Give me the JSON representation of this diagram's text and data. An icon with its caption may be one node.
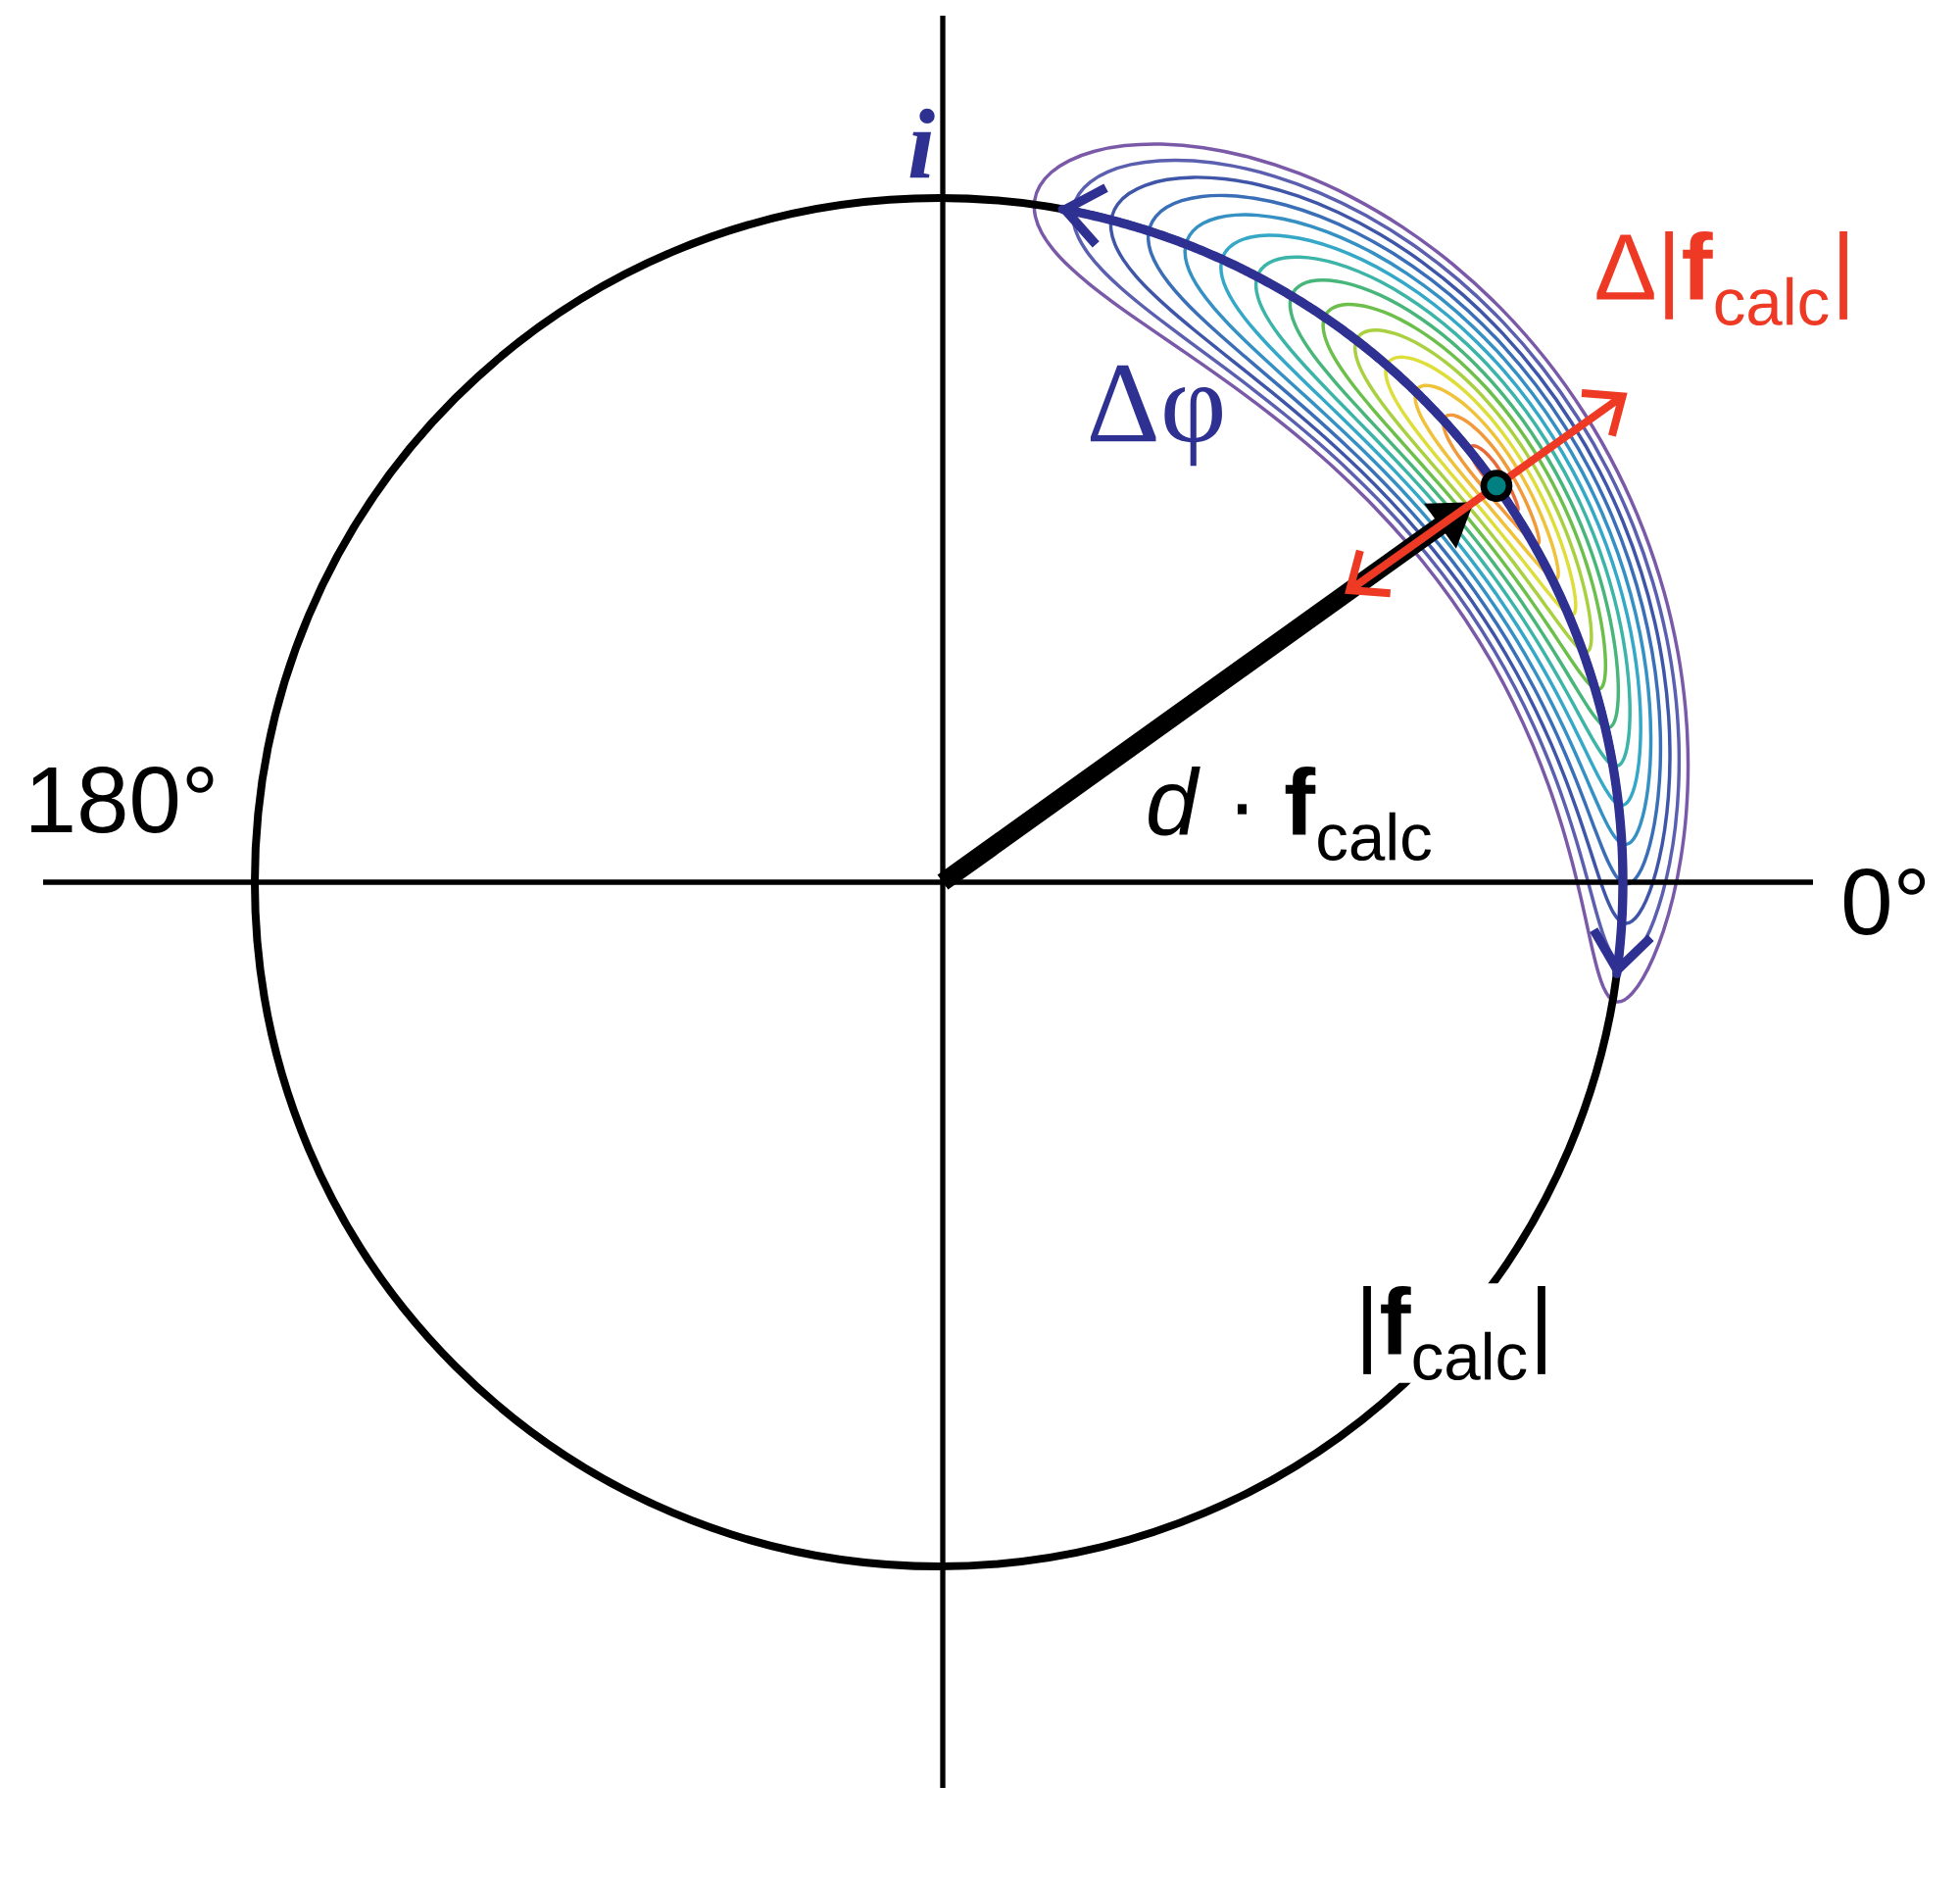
{
  "diagram": {
    "labels": [
      "i",
      "Δ|**f**$_{calc}$|",
      "Δφ",
      "180°",
      "*d* · **f**$_{calc}$",
      "0°",
      "|**f**$_{calc}$|"
    ]
  }
}
